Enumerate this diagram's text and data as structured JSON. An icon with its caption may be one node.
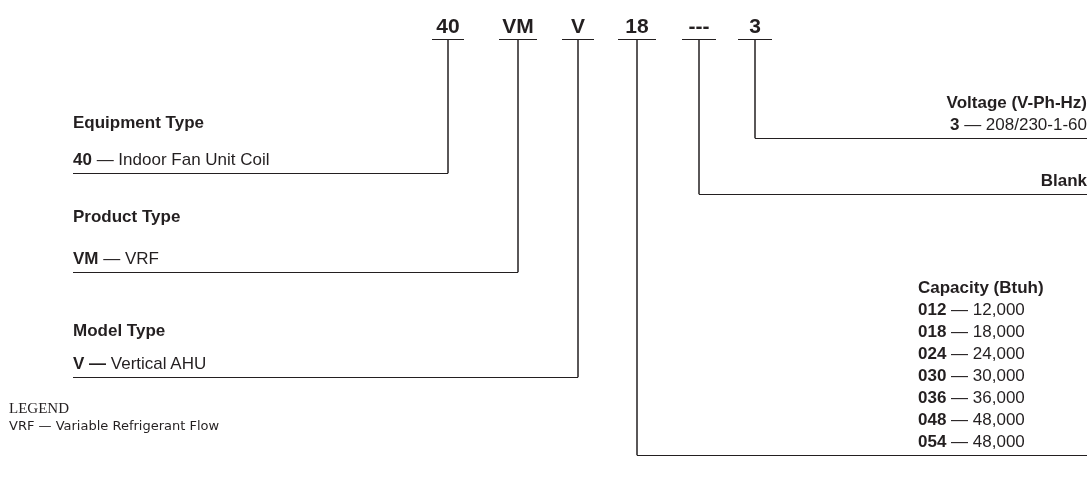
{
  "diagram": {
    "nodes": [
      {
        "text": [
          "40"
        ]
      },
      {
        "text": [
          "VM"
        ]
      },
      {
        "text": [
          "V"
        ]
      },
      {
        "text": [
          "18"
        ]
      },
      {
        "text": [
          "---"
        ]
      },
      {
        "text": [
          "3"
        ]
      },
      {
        "text": [
          "Equipment Type",
          "**40** — Indoor Fan Unit Coil"
        ]
      },
      {
        "text": [
          "Product Type",
          "**VM** — VRF"
        ]
      },
      {
        "text": [
          "Model Type",
          "**V —** Vertical AHU"
        ]
      },
      {
        "text": [
          "Voltage (V-Ph-Hz)",
          "**3** — 208/230-1-60"
        ]
      },
      {
        "text": [
          "Blank"
        ]
      },
      {
        "text": [
          "Capacity (Btuh)",
          "**012** — 12,000",
          "**018** — 18,000",
          "**024** — 24,000",
          "**030** — 30,000",
          "**036** — 36,000",
          "**048** — 48,000",
          "**054** — 48,000"
        ]
      }
    ],
    "edges": [
      {
        "from": 0,
        "to": 6,
        "arrow": "none"
      },
      {
        "from": 1,
        "to": 7,
        "arrow": "none"
      },
      {
        "from": 2,
        "to": 8,
        "arrow": "none"
      },
      {
        "from": 3,
        "to": 11,
        "arrow": "none"
      },
      {
        "from": 4,
        "to": 10,
        "arrow": "none"
      },
      {
        "from": 5,
        "to": 9,
        "arrow": "none"
      }
    ],
    "labels": [
      "LEGEND",
      "VRF — Variable Refrigerant Flow"
    ]
  }
}
